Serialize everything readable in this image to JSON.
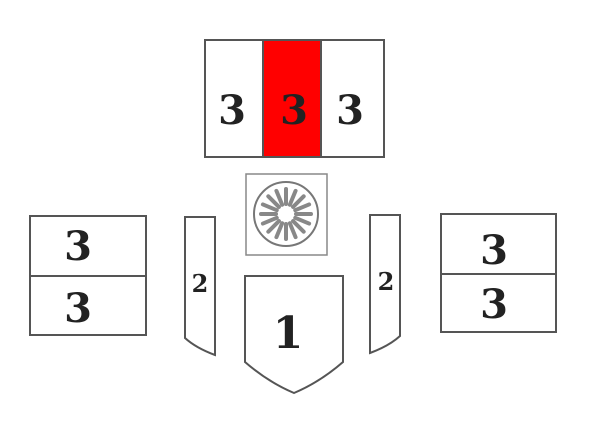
{
  "colors": {
    "highlight": "#ff0000",
    "outline": "#555555"
  },
  "top_group": {
    "labels": [
      "3",
      "3",
      "3"
    ],
    "highlighted_index": 1
  },
  "drain": {
    "icon": "drain-grate-icon"
  },
  "left_box": {
    "labels": [
      "3",
      "3"
    ]
  },
  "right_box": {
    "labels": [
      "3",
      "3"
    ]
  },
  "left_strip": {
    "label": "2"
  },
  "right_strip": {
    "label": "2"
  },
  "center_shield": {
    "label": "1"
  }
}
